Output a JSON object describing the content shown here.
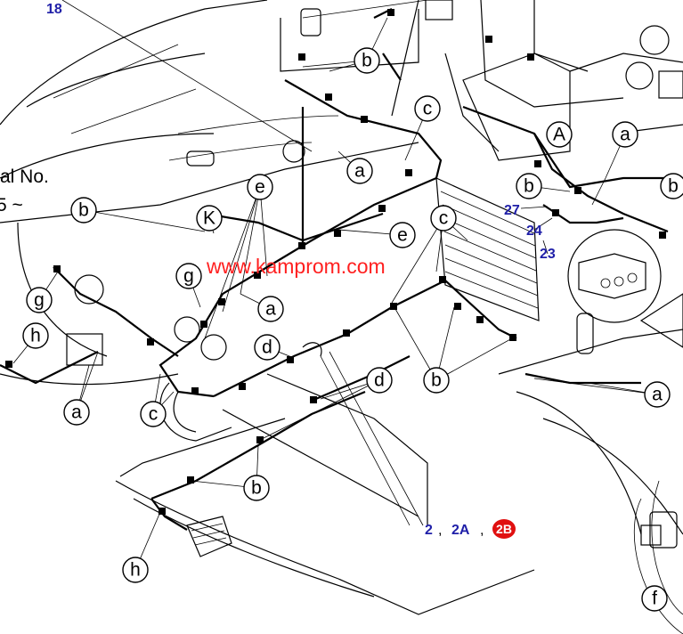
{
  "watermark": "www.kamprom.com",
  "partial_text": {
    "line1": "al No.",
    "line2": "5 ~"
  },
  "blue_labels": {
    "n18": "18",
    "n27": "27",
    "n24": "24",
    "n23": "23",
    "n2": "2",
    "n2A": "2A",
    "n2B": "2B"
  },
  "separator": ",",
  "callouts": {
    "a": "a",
    "b": "b",
    "c": "c",
    "d": "d",
    "e": "e",
    "f": "f",
    "g": "g",
    "h": "h",
    "k": "K",
    "A": "A"
  },
  "colors": {
    "label_blue": "#1f1fa8",
    "watermark_red": "#ff2020",
    "badge_red": "#e01010"
  }
}
